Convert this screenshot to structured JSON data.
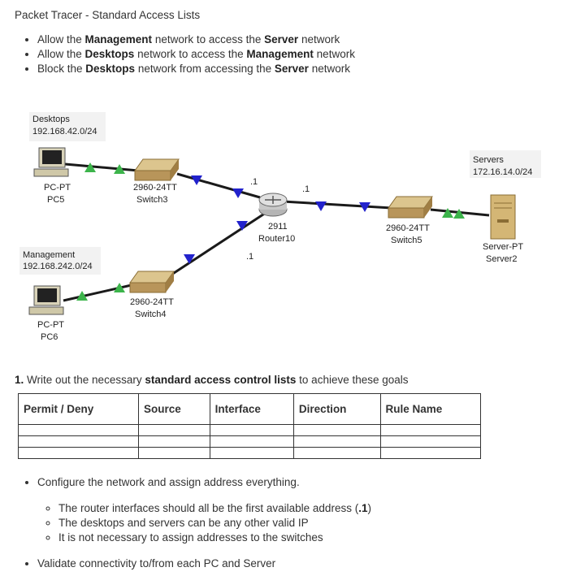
{
  "title": "Packet Tracer - Standard Access Lists",
  "goals": [
    {
      "pre": "Allow the ",
      "b1": "Management",
      "mid": " network to access the ",
      "b2": "Server",
      "post": " network"
    },
    {
      "pre": "Allow the ",
      "b1": "Desktops",
      "mid": " network to access the ",
      "b2": "Management",
      "post": " network"
    },
    {
      "pre": "Block the ",
      "b1": "Desktops",
      "mid": " network from accessing the ",
      "b2": "Server",
      "post": " network"
    }
  ],
  "topology": {
    "desktops": {
      "name": "Desktops",
      "net": "192.168.42.0/24"
    },
    "management": {
      "name": "Management",
      "net": "192.168.242.0/24"
    },
    "servers": {
      "name": "Servers",
      "net": "172.16.14.0/24"
    },
    "pc5": {
      "type": "PC-PT",
      "name": "PC5"
    },
    "pc6": {
      "type": "PC-PT",
      "name": "PC6"
    },
    "switch3": {
      "type": "2960-24TT",
      "name": "Switch3"
    },
    "switch4": {
      "type": "2960-24TT",
      "name": "Switch4"
    },
    "switch5": {
      "type": "2960-24TT",
      "name": "Switch5"
    },
    "router": {
      "type": "2911",
      "name": "Router10"
    },
    "server": {
      "type": "Server-PT",
      "name": "Server2"
    },
    "if_desktops": ".1",
    "if_servers": ".1",
    "if_management": ".1"
  },
  "question": {
    "num": "1.",
    "pre": " Write out the necessary ",
    "bold": "standard access control lists",
    "post": " to achieve these goals"
  },
  "table": {
    "headers": [
      "Permit / Deny",
      "Source",
      "Interface",
      "Direction",
      "Rule Name"
    ],
    "rows": [
      [
        "",
        "",
        "",
        "",
        ""
      ],
      [
        "",
        "",
        "",
        "",
        ""
      ],
      [
        "",
        "",
        "",
        "",
        ""
      ]
    ]
  },
  "config": {
    "item1": "Configure the network and assign address everything.",
    "sub1_pre": "The router interfaces should all be the first available address (",
    "sub1_b": ".1",
    "sub1_post": ")",
    "sub2": "The desktops and servers can be any other valid IP",
    "sub3": "It is not necessary to assign addresses to the switches",
    "item2": "Validate connectivity to/from each PC and Server"
  },
  "colors": {
    "link": "#1a1a1a",
    "up": "#3cb44b",
    "blue": "#2222cc",
    "device": "#c8a96a"
  }
}
